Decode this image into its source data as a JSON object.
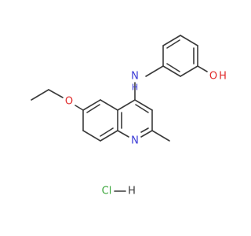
{
  "atoms": {
    "amine": {
      "label": "N",
      "h": "H"
    },
    "hydroxyl": {
      "label": "O",
      "h": "H"
    },
    "ether_oxygen": {
      "label": "O"
    },
    "ring_nitrogen": {
      "label": "N"
    },
    "salt": {
      "label": "Cl",
      "bond_partner": "H"
    }
  },
  "colors": {
    "bond": "#3a3a3a",
    "nitrogen": "#3b3bd6",
    "oxygen": "#e02a2a",
    "chlorine": "#3aa63a",
    "hydrogen": "#3a3a3a"
  }
}
